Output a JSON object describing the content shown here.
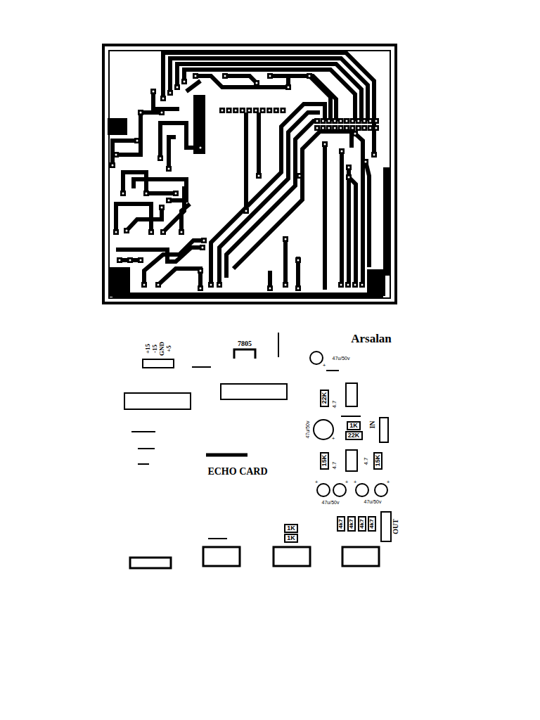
{
  "diagram": {
    "nodes": [
      {
        "text": [
          "22K"
        ]
      },
      {
        "text": [
          "1K"
        ]
      },
      {
        "text": [
          "22K"
        ]
      },
      {
        "text": [
          "15K"
        ]
      },
      {
        "text": [
          "15K"
        ]
      },
      {
        "text": [
          "4k7"
        ]
      },
      {
        "text": [
          "4k7"
        ]
      },
      {
        "text": [
          "4k7"
        ]
      },
      {
        "text": [
          "4k7"
        ]
      },
      {
        "text": [
          "1K"
        ]
      },
      {
        "text": [
          "1K"
        ]
      }
    ],
    "labels": [
      "Arsalan",
      "+5",
      "GND",
      "-15",
      "+15",
      "7805",
      "47u/50v",
      "+",
      "4.7",
      "47u/50v",
      "+",
      "IN",
      "4.7",
      "4.7",
      "ECHO CARD",
      "47u/50v",
      "47u/50v",
      "+",
      "+",
      "+",
      "+",
      "OUT"
    ]
  }
}
